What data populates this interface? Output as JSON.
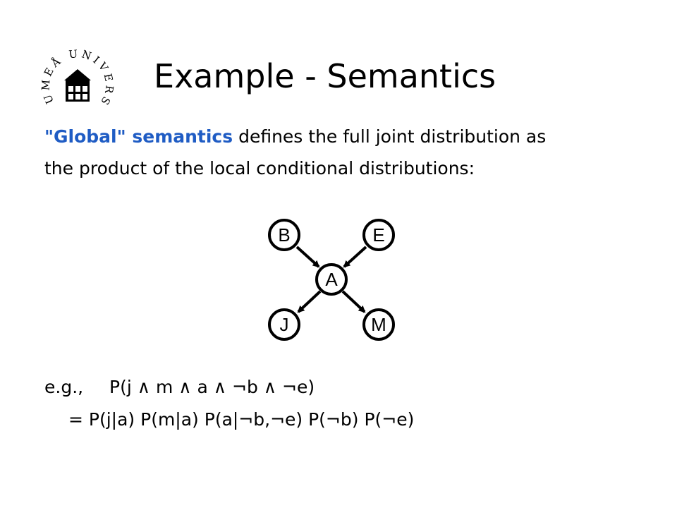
{
  "slide": {
    "title": "Example - Semantics",
    "logo_text": "UMEÅ UNIVERSITET"
  },
  "body": {
    "line1_quoted": "\"Global\" semantics",
    "line1_rest": " defines the full joint distribution as",
    "line2": "the product of the local conditional distributions:"
  },
  "diagram": {
    "nodes": [
      "B",
      "E",
      "A",
      "J",
      "M"
    ]
  },
  "example": {
    "label": "e.g.,",
    "query": "P(j ∧ m ∧ a ∧ ¬b ∧ ¬e)",
    "expansion": "= P(j|a) P(m|a) P(a|¬b,¬e) P(¬b) P(¬e)"
  },
  "colors": {
    "accent": "#1f5cc4",
    "text": "#000000",
    "background": "#ffffff"
  }
}
